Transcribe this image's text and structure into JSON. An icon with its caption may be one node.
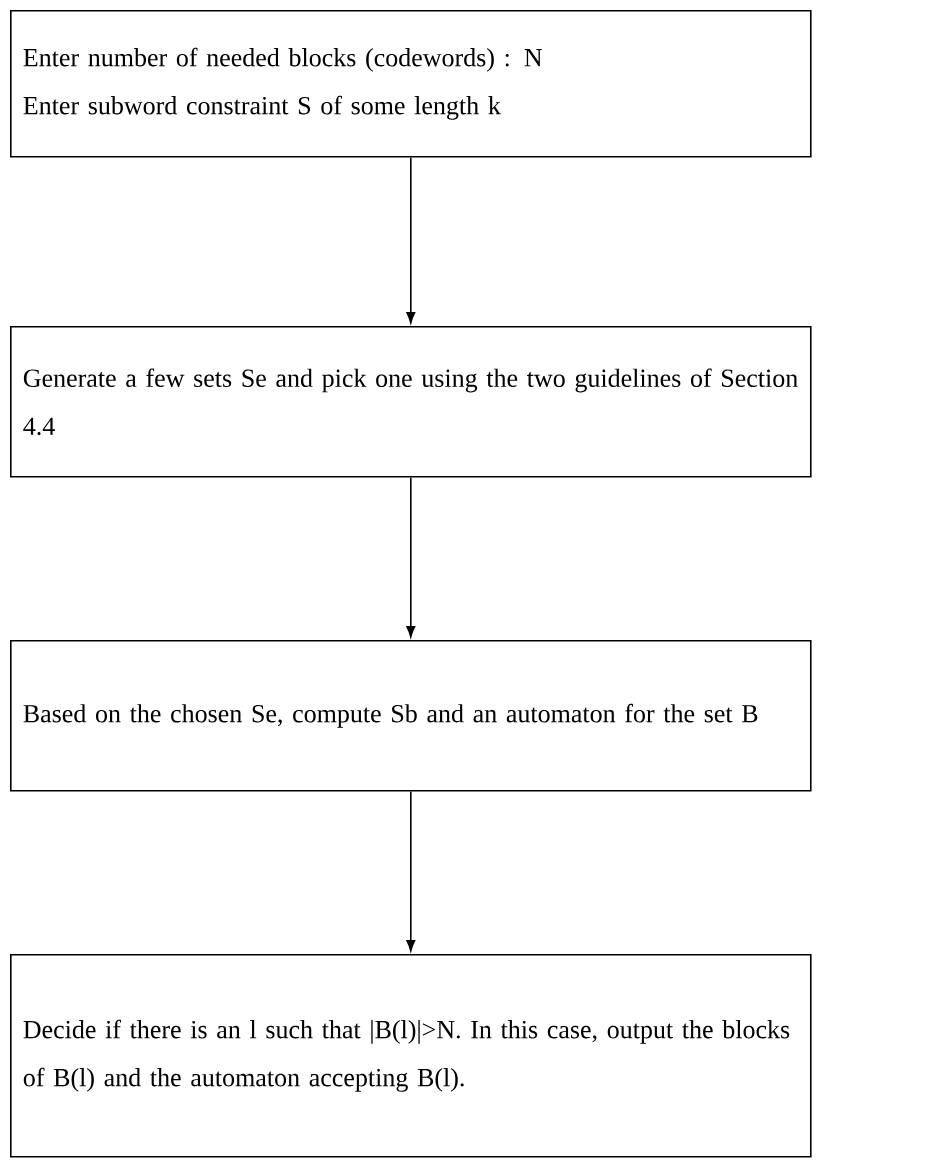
{
  "diagram": {
    "nodes": [
      {
        "text": [
          "Enter number of needed blocks (codewords) : N",
          "Enter subword constraint S of some length k"
        ]
      },
      {
        "text": [
          "Generate a few sets Se and pick one using the two guidelines of Section 4.4"
        ]
      },
      {
        "text": [
          "Based on the chosen Se, compute Sb and an automaton for the set B"
        ]
      },
      {
        "text": [
          "Decide if there is an  l  such that  |B(l)|>N. In this case, output the blocks of B(l) and the automaton accepting B(l)."
        ]
      }
    ],
    "edges": [
      {
        "from": 0,
        "to": 1,
        "arrow": "to"
      },
      {
        "from": 1,
        "to": 2,
        "arrow": "to"
      },
      {
        "from": 2,
        "to": 3,
        "arrow": "to"
      }
    ]
  }
}
